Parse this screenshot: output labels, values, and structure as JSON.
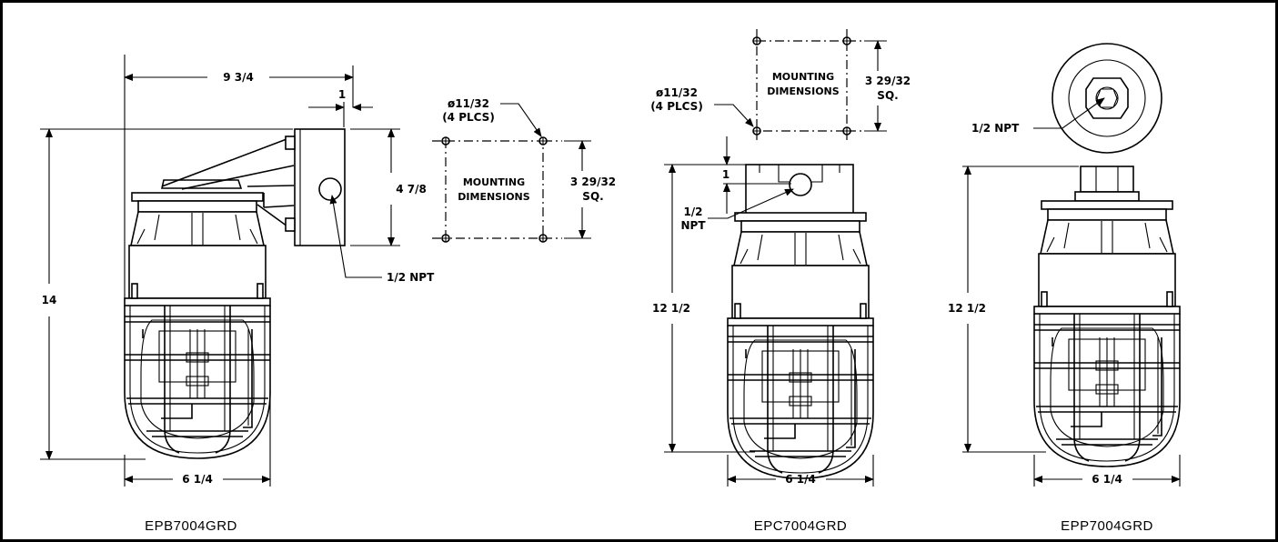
{
  "models": {
    "bracket": {
      "caption": "EPB7004GRD",
      "width_dim": "9 3/4",
      "offset_dim": "1",
      "box_height_dim": "4 7/8",
      "height_dim": "14",
      "npt_label": "1/2 NPT",
      "base_dim": "6 1/4",
      "mount_hole": "ø11/32",
      "mount_hole_count": "(4 PLCS)",
      "mount_label_1": "MOUNTING",
      "mount_label_2": "DIMENSIONS",
      "mount_square_1": "3 29/32",
      "mount_square_2": "SQ."
    },
    "ceiling": {
      "caption": "EPC7004GRD",
      "mount_hole": "ø11/32",
      "mount_hole_count": "(4 PLCS)",
      "mount_label_1": "MOUNTING",
      "mount_label_2": "DIMENSIONS",
      "mount_square_1": "3 29/32",
      "mount_square_2": "SQ.",
      "offset_dim": "1",
      "npt_label_1": "1/2",
      "npt_label_2": "NPT",
      "height_dim": "12 1/2",
      "base_dim": "6 1/4"
    },
    "pendant": {
      "caption": "EPP7004GRD",
      "npt_label": "1/2 NPT",
      "height_dim": "12 1/2",
      "base_dim": "6 1/4"
    }
  }
}
